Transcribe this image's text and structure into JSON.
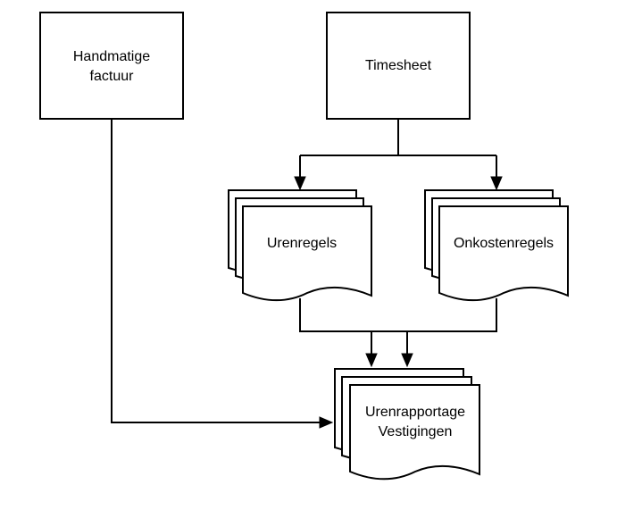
{
  "nodes": {
    "handmatige_factuur": {
      "line1": "Handmatige",
      "line2": "factuur"
    },
    "timesheet": {
      "label": "Timesheet"
    },
    "urenregels": {
      "label": "Urenregels"
    },
    "onkostenregels": {
      "label": "Onkostenregels"
    },
    "urenrapportage": {
      "line1": "Urenrapportage",
      "line2": "Vestigingen"
    }
  }
}
